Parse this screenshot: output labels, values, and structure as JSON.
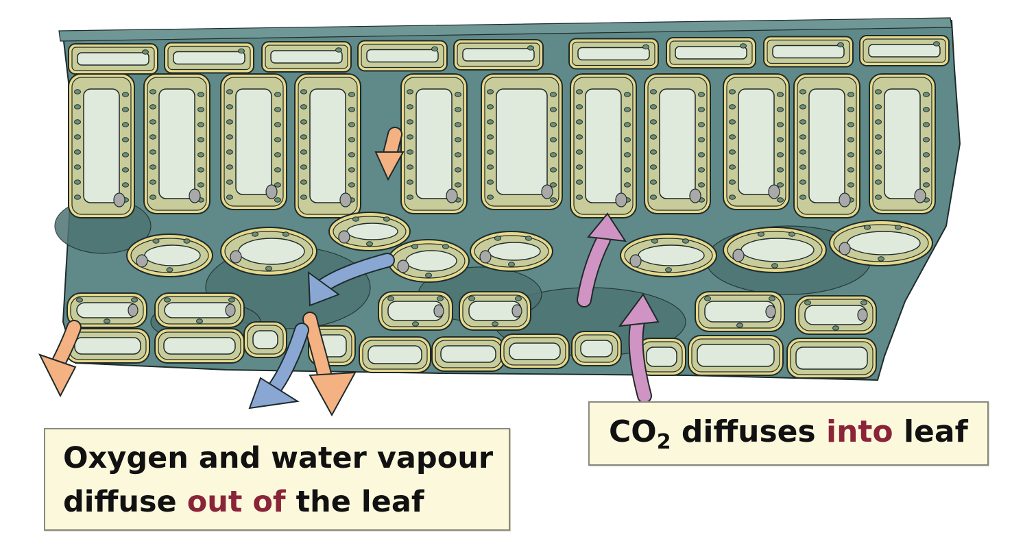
{
  "labels": {
    "out_line1": "Oxygen and water vapour",
    "out_line2_prefix": "diffuse ",
    "out_line2_accent": "out of",
    "out_line2_suffix": " the leaf",
    "in_prefix": "CO",
    "in_subscript": "2",
    "in_middle": " diffuses ",
    "in_accent": "into",
    "in_suffix": " leaf"
  },
  "colors": {
    "tissue": "#5f8a89",
    "tissue_dark": "#4d7473",
    "cuticle": "#6f9796",
    "cell_wall": "#e6d98c",
    "cytoplasm": "#c7cc9a",
    "vacuole": "#dfeadc",
    "chloroplast": "#6f8f78",
    "nucleus": "#a9a9a9",
    "outline": "#1e2a2a",
    "arrow_oxygen": "#8aa7d4",
    "arrow_water": "#f4b182",
    "arrow_co2": "#cf94c3",
    "label_bg": "#fcf8dc",
    "accent_text": "#8a2438"
  }
}
